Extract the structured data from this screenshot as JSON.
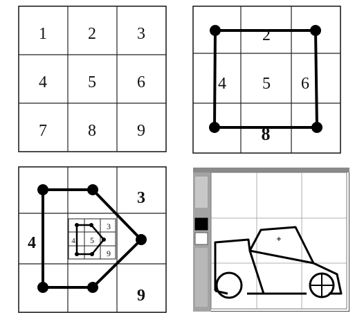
{
  "panel_a": {
    "cells": [
      "1",
      "2",
      "3",
      "4",
      "5",
      "6",
      "7",
      "8",
      "9"
    ]
  },
  "panel_b": {
    "labels": {
      "top": "2",
      "left": "4",
      "center": "5",
      "right": "6",
      "bottom": "8"
    }
  },
  "panel_c": {
    "labels": {
      "top_right": "3",
      "left": "4",
      "bottom_right": "9"
    },
    "inner_labels": {
      "left": "4",
      "center": "5",
      "top_right": "3",
      "bottom_right": "9"
    }
  },
  "panel_d": {
    "palette_colors": [
      "#9a9a9a",
      "#000000",
      "#ffffff"
    ]
  }
}
